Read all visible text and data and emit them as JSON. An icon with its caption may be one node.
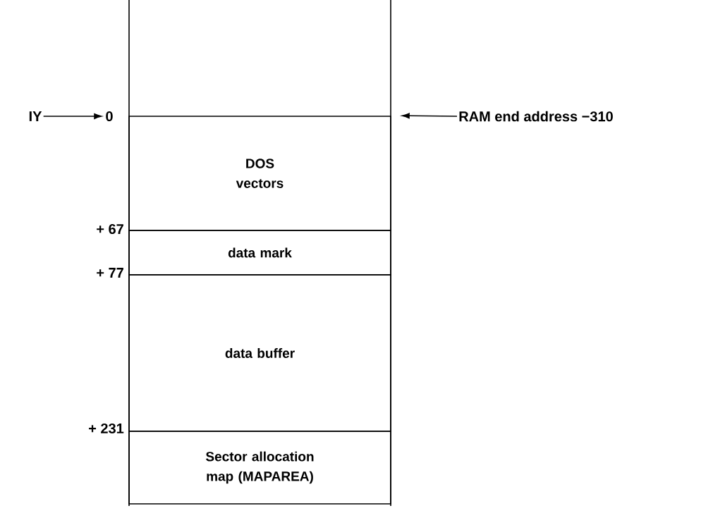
{
  "diagram": {
    "nodes": [
      {
        "text": [
          "DOS vectors"
        ]
      },
      {
        "text": [
          "data mark"
        ]
      },
      {
        "text": [
          "data buffer"
        ]
      },
      {
        "text": [
          "Sector allocation map (MAPAREA)"
        ]
      },
      {
        "text": [
          "IY"
        ]
      },
      {
        "text": [
          "0"
        ]
      },
      {
        "text": [
          "RAM end address −310"
        ]
      }
    ],
    "edges": [
      {
        "from": 4,
        "to": 5,
        "arrow": "to"
      },
      {
        "from": 6,
        "to": 0,
        "arrow": "to"
      }
    ],
    "labels": [
      "+ 67",
      "+ 77",
      "+ 231"
    ]
  }
}
